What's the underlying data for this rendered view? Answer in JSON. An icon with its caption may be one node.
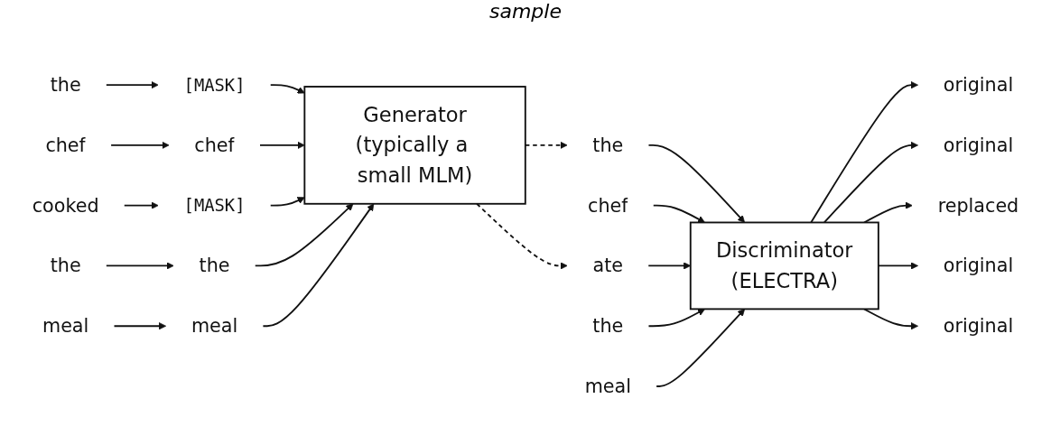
{
  "diagram": {
    "nodes": [
      {
        "text": [
          "the"
        ]
      },
      {
        "text": [
          "[MASK]"
        ]
      },
      {
        "text": [
          "chef"
        ]
      },
      {
        "text": [
          "chef"
        ]
      },
      {
        "text": [
          "cooked"
        ]
      },
      {
        "text": [
          "[MASK]"
        ]
      },
      {
        "text": [
          "the"
        ]
      },
      {
        "text": [
          "the"
        ]
      },
      {
        "text": [
          "meal"
        ]
      },
      {
        "text": [
          "meal"
        ]
      },
      {
        "text": [
          "Generator",
          "(typically a small MLM)"
        ]
      },
      {
        "text": [
          "the"
        ]
      },
      {
        "text": [
          "chef"
        ]
      },
      {
        "text": [
          "ate"
        ]
      },
      {
        "text": [
          "the"
        ]
      },
      {
        "text": [
          "meal"
        ]
      },
      {
        "text": [
          "Discriminator",
          "(ELECTRA)"
        ]
      },
      {
        "text": [
          "original"
        ]
      },
      {
        "text": [
          "original"
        ]
      },
      {
        "text": [
          "replaced"
        ]
      },
      {
        "text": [
          "original"
        ]
      },
      {
        "text": [
          "original"
        ]
      }
    ],
    "edges": [
      {
        "from": 0,
        "to": 1,
        "arrow": "to"
      },
      {
        "from": 2,
        "to": 3,
        "arrow": "to"
      },
      {
        "from": 4,
        "to": 5,
        "arrow": "to"
      },
      {
        "from": 6,
        "to": 7,
        "arrow": "to"
      },
      {
        "from": 8,
        "to": 9,
        "arrow": "to"
      },
      {
        "from": 1,
        "to": 10,
        "arrow": "to"
      },
      {
        "from": 3,
        "to": 10,
        "arrow": "to"
      },
      {
        "from": 5,
        "to": 10,
        "arrow": "to"
      },
      {
        "from": 7,
        "to": 10,
        "arrow": "to"
      },
      {
        "from": 9,
        "to": 10,
        "arrow": "to"
      },
      {
        "from": 10,
        "to": 11,
        "arrow": "to",
        "style": "dashed"
      },
      {
        "from": 10,
        "to": 13,
        "arrow": "to",
        "style": "dashed"
      },
      {
        "from": 11,
        "to": 16,
        "arrow": "to"
      },
      {
        "from": 12,
        "to": 16,
        "arrow": "to"
      },
      {
        "from": 13,
        "to": 16,
        "arrow": "to"
      },
      {
        "from": 14,
        "to": 16,
        "arrow": "to"
      },
      {
        "from": 15,
        "to": 16,
        "arrow": "to"
      },
      {
        "from": 16,
        "to": 17,
        "arrow": "to"
      },
      {
        "from": 16,
        "to": 18,
        "arrow": "to"
      },
      {
        "from": 16,
        "to": 19,
        "arrow": "to"
      },
      {
        "from": 16,
        "to": 20,
        "arrow": "to"
      },
      {
        "from": 16,
        "to": 21,
        "arrow": "to"
      }
    ],
    "labels": [
      "sample"
    ]
  }
}
